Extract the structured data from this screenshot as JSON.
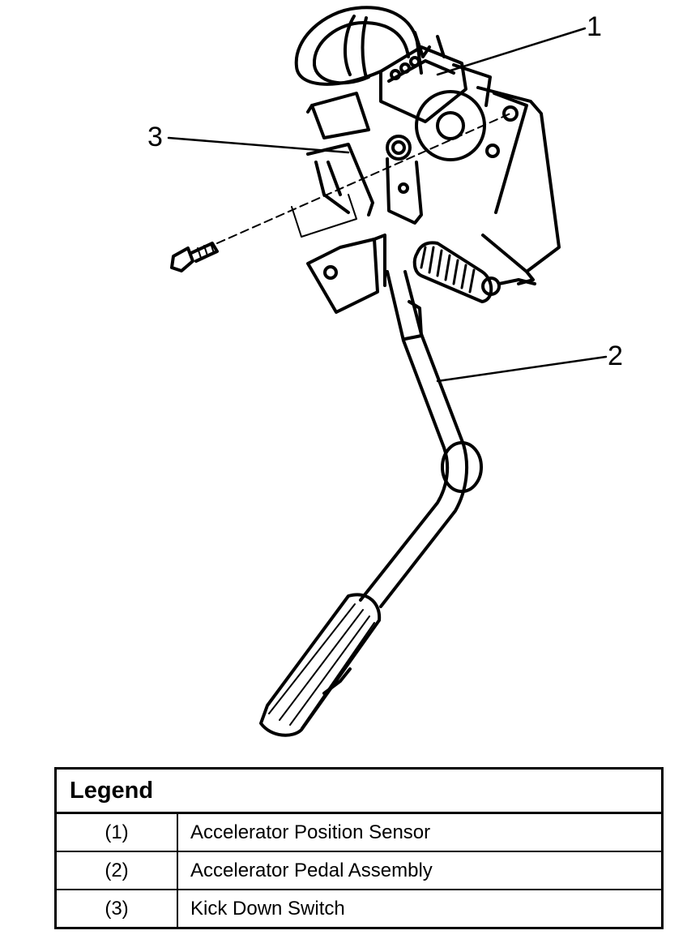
{
  "diagram": {
    "callouts": [
      {
        "label": "1"
      },
      {
        "label": "2"
      },
      {
        "label": "3"
      }
    ]
  },
  "legend": {
    "title": "Legend",
    "rows": [
      {
        "num": "(1)",
        "text": "Accelerator Position Sensor"
      },
      {
        "num": "(2)",
        "text": "Accelerator Pedal Assembly"
      },
      {
        "num": "(3)",
        "text": "Kick Down Switch"
      }
    ]
  },
  "colors": {
    "ink": "#000000",
    "paper": "#ffffff"
  }
}
